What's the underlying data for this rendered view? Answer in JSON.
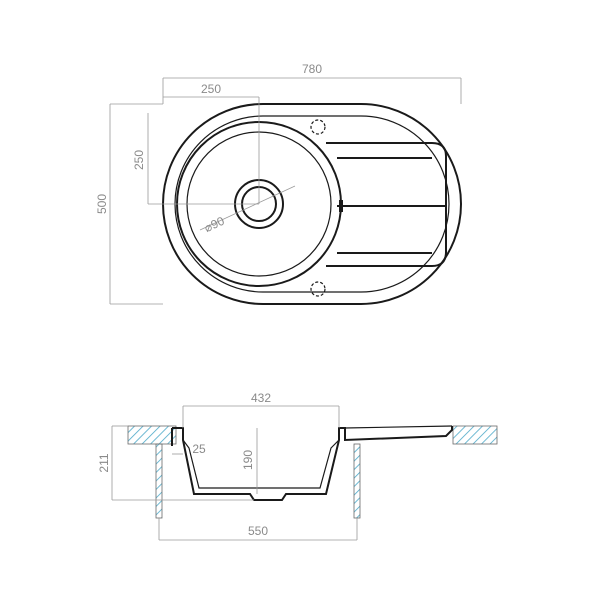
{
  "dimensions": {
    "top_width": "780",
    "top_offset": "250",
    "top_height_offset": "250",
    "top_height": "500",
    "drain_diameter": "⌀90",
    "side_bowl_width": "432",
    "side_wall": "25",
    "side_bowl_depth": "190",
    "side_total_depth": "211",
    "side_cabinet_width": "550"
  },
  "colors": {
    "outline": "#1a1a1a",
    "dimension": "#9a9a9a",
    "hatch": "#4aa8c8"
  }
}
